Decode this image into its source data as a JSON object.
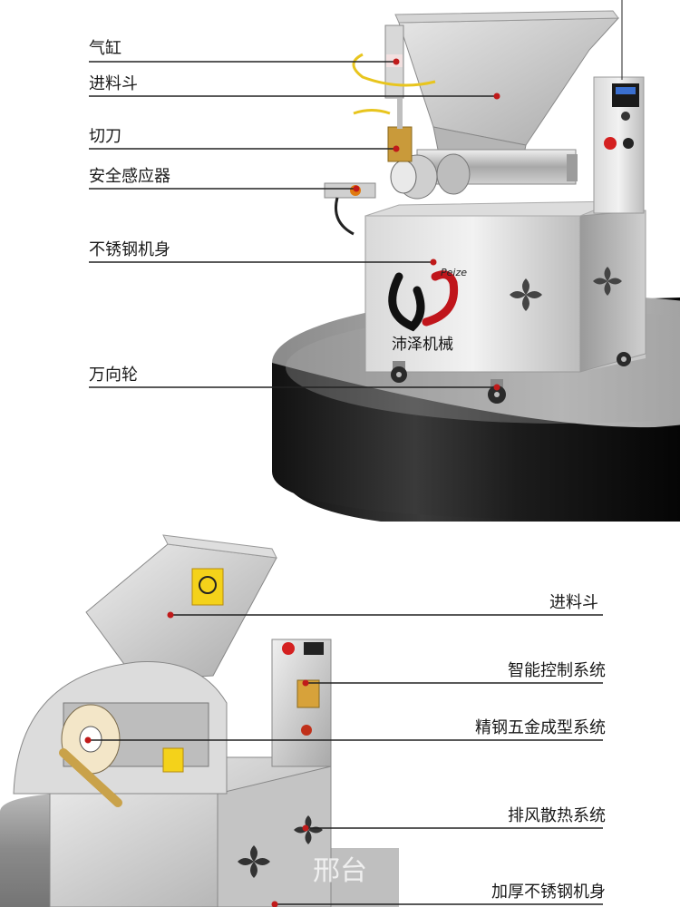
{
  "top_product": {
    "callouts": [
      "气缸",
      "进料斗",
      "切刀",
      "安全感应器",
      "不锈钢机身",
      "万向轮"
    ],
    "brand_cn": "沛泽机械",
    "brand_en": "Peize"
  },
  "bottom_product": {
    "callouts": [
      "进料斗",
      "智能控制系统",
      "精钢五金成型系统",
      "排风散热系统",
      "加厚不锈钢机身"
    ],
    "watermark": "邢台"
  }
}
